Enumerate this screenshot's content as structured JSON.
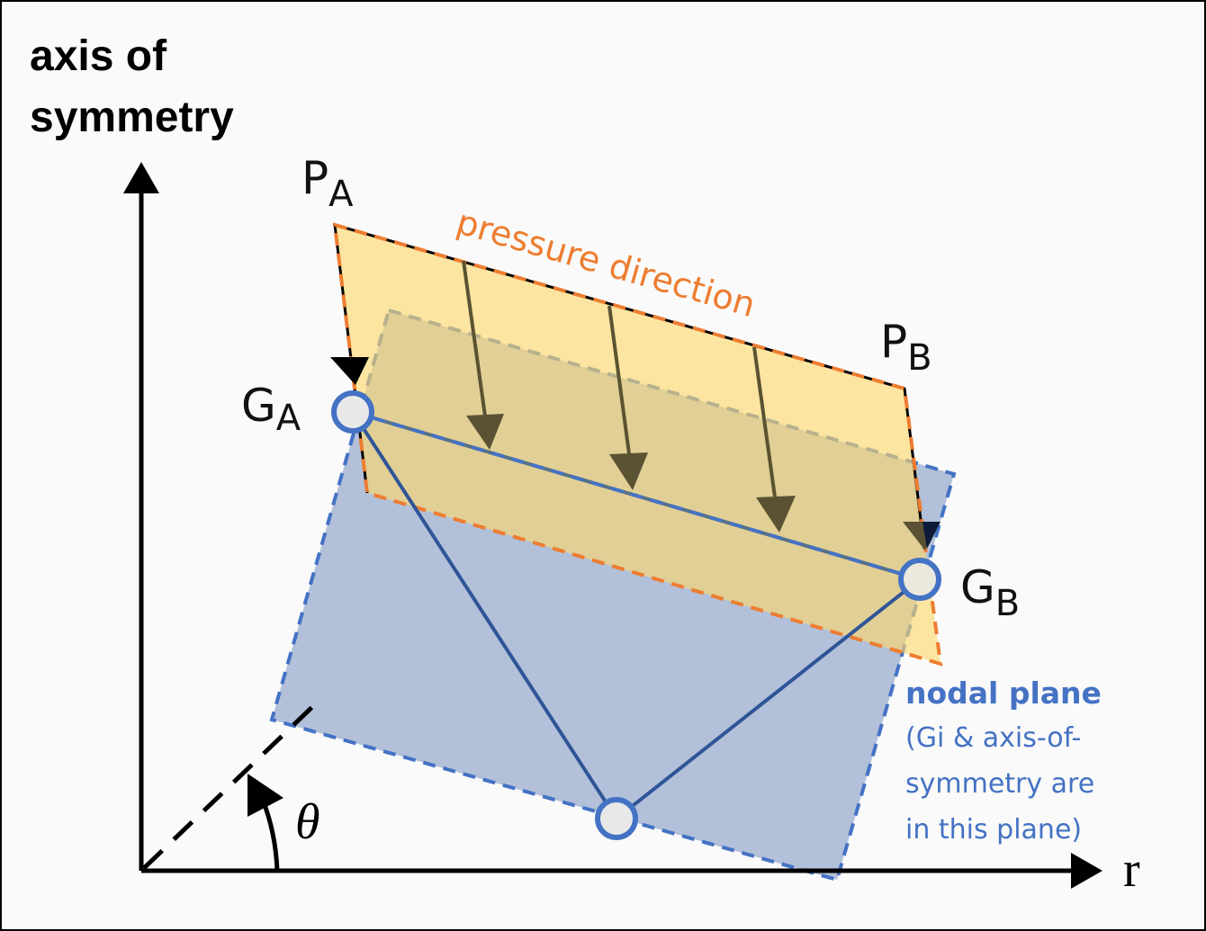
{
  "diagram": {
    "axis_label_line1": "axis of",
    "axis_label_line2": "symmetry",
    "r_axis_label": "r",
    "theta_label": "θ",
    "pressure_label": "pressure direction",
    "pa_label_main": "P",
    "pa_label_sub": "A",
    "pb_label_main": "P",
    "pb_label_sub": "B",
    "ga_label_main": "G",
    "ga_label_sub": "A",
    "gb_label_main": "G",
    "gb_label_sub": "B",
    "nodal_plane_title": "nodal plane",
    "nodal_plane_note": [
      "(Gi & axis-of-",
      "symmetry are",
      "in this plane)"
    ]
  },
  "colors": {
    "pressure_fill": "#fde18a",
    "pressure_edge": "#ed7d31",
    "nodal_fill": "#8fa3c9",
    "nodal_edge": "#4472c4",
    "node_ring": "#4472c4",
    "node_fill": "#e8e8e8",
    "arrow_color": "#5a5232",
    "element_line": "#2f5597",
    "text_black": "#000000"
  }
}
